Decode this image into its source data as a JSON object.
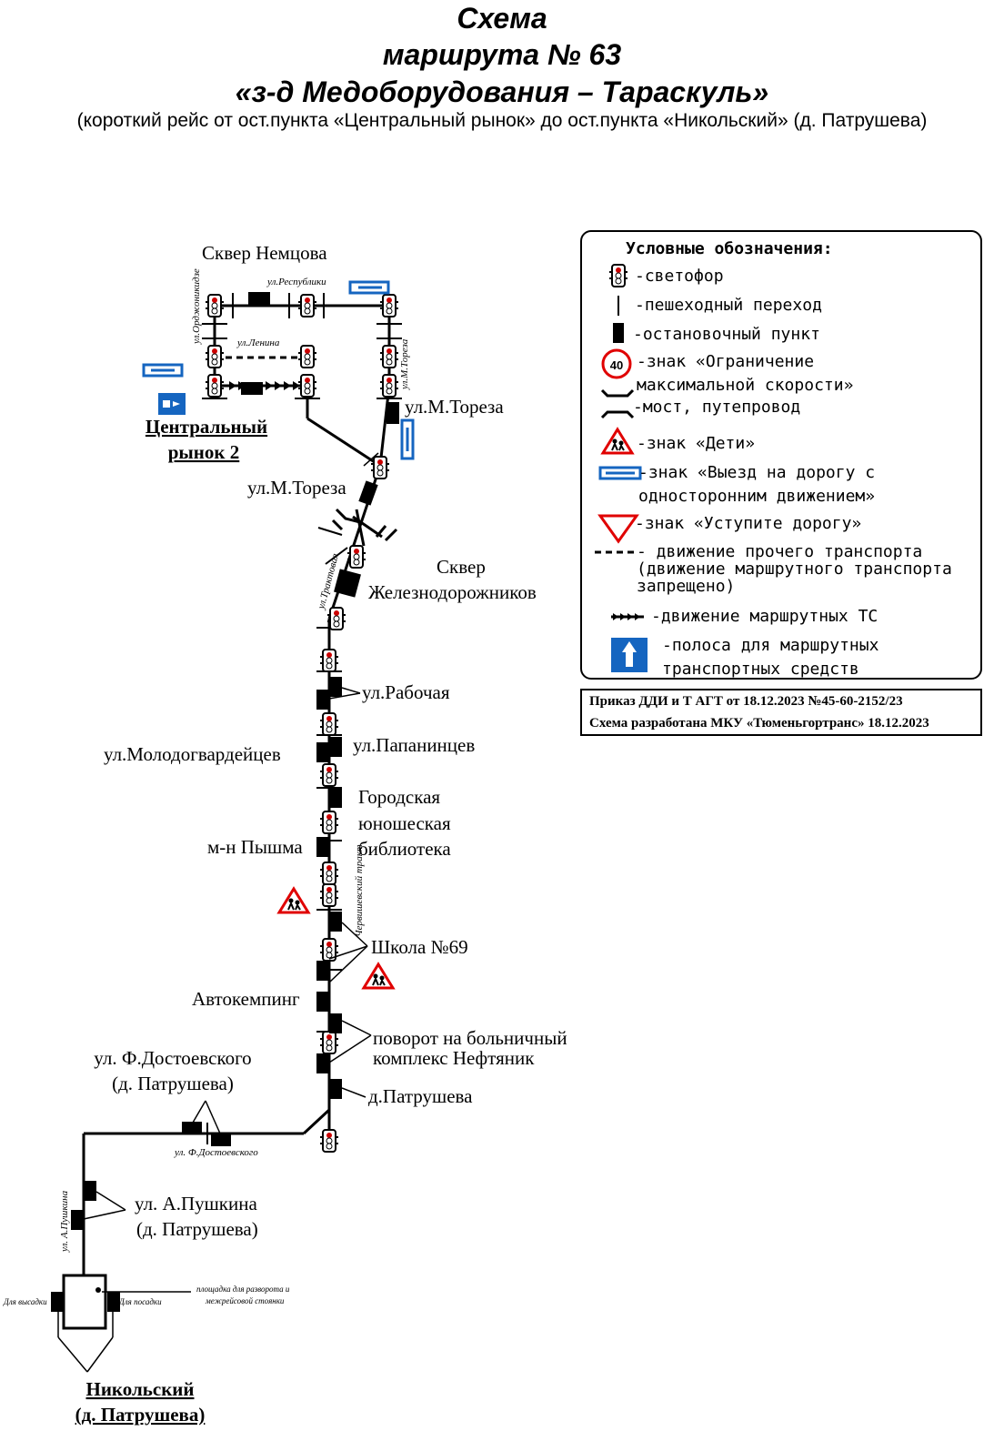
{
  "header": {
    "line1": "Схема",
    "line2": "маршрута № 63",
    "line3": "«з-д Медоборудования – Тараскуль»",
    "subtitle": "(короткий рейс от ост.пункта «Центральный рынок» до ост.пункта «Никольский» (д. Патрушева)"
  },
  "streets": {
    "respubliki": "ул.Республики",
    "ordzhonikidze": "ул.Орджоникидзе",
    "lenina": "ул.Ленина",
    "toreza_v": "ул.М.Тореза",
    "traktovaya": "ул.Трактовая",
    "chervishevsky": "Червишевский тракт",
    "dostoevskogo": "ул. Ф.Достоевского",
    "pushkina": "ул. А.Пушкина"
  },
  "stops": {
    "skver_nemtsova": "Сквер Немцова",
    "central_market": [
      "Центральный",
      "рынок 2"
    ],
    "toreza_1": "ул.М.Тореза",
    "toreza_2": "ул.М.Тореза",
    "skver_zhd": [
      "Сквер",
      "Железнодорожников"
    ],
    "rabochaya": "ул.Рабочая",
    "molodogvardeytsev": "ул.Молодогвардейцев",
    "papanintsev": "ул.Папанинцев",
    "library": [
      "Городская",
      "юношеская",
      "библиотека"
    ],
    "pyshma": "м-н Пышма",
    "school69": "Школа №69",
    "autocamping": "Автокемпинг",
    "hospital": [
      "поворот на больничный",
      "комплекс Нефтяник"
    ],
    "patrusheva": "д.Патрушева",
    "dostoevskogo_stop": [
      "ул. Ф.Достоевского",
      "(д. Патрушева)"
    ],
    "pushkina_stop": [
      "ул. А.Пушкина",
      "(д. Патрушева)"
    ],
    "terminal_note": [
      "площадка для разворота и",
      "межрейсовой стоянки"
    ],
    "for_dropoff": "Для высадки",
    "for_boarding": "Для посадки",
    "nikolsky": [
      "Никольский",
      "(д. Патрушева)"
    ]
  },
  "legend": {
    "title": "Условные обозначения:",
    "items": [
      {
        "icon": "traffic-light-icon",
        "text": "-светофор"
      },
      {
        "icon": "pedestrian-crossing-icon",
        "text": "-пешеходный переход"
      },
      {
        "icon": "bus-stop-icon",
        "text": "-остановочный пункт"
      },
      {
        "icon": "speed-limit-icon",
        "value": "40",
        "text": "-знак «Ограничение\nмаксимальной скорости»"
      },
      {
        "icon": "bridge-icon",
        "text": "-мост, путепровод"
      },
      {
        "icon": "children-sign-icon",
        "text": "-знак «Дети»"
      },
      {
        "icon": "one-way-entry-sign-icon",
        "text": "-знак «Выезд на дорогу с\nодносторонним движением»"
      },
      {
        "icon": "yield-sign-icon",
        "text": "-знак «Уступите дорогу»"
      },
      {
        "icon": "dashed-line-icon",
        "text": "- движение прочего транспорта\n(движение маршрутного транспорта\nзапрещено)"
      },
      {
        "icon": "route-arrow-line-icon",
        "text": "-движение маршрутных ТС"
      },
      {
        "icon": "bus-lane-sign-icon",
        "text": "-полоса для маршрутных\nтранспортных средств"
      }
    ]
  },
  "order": {
    "line1": "Приказ ДДИ и Т АГТ от 18.12.2023 №45-60-2152/23",
    "line2": "Схема разработана МКУ «Тюменьгортранс» 18.12.2023"
  },
  "colors": {
    "sign_blue": "#1565c0",
    "sign_red": "#e00000",
    "line": "#000000"
  }
}
